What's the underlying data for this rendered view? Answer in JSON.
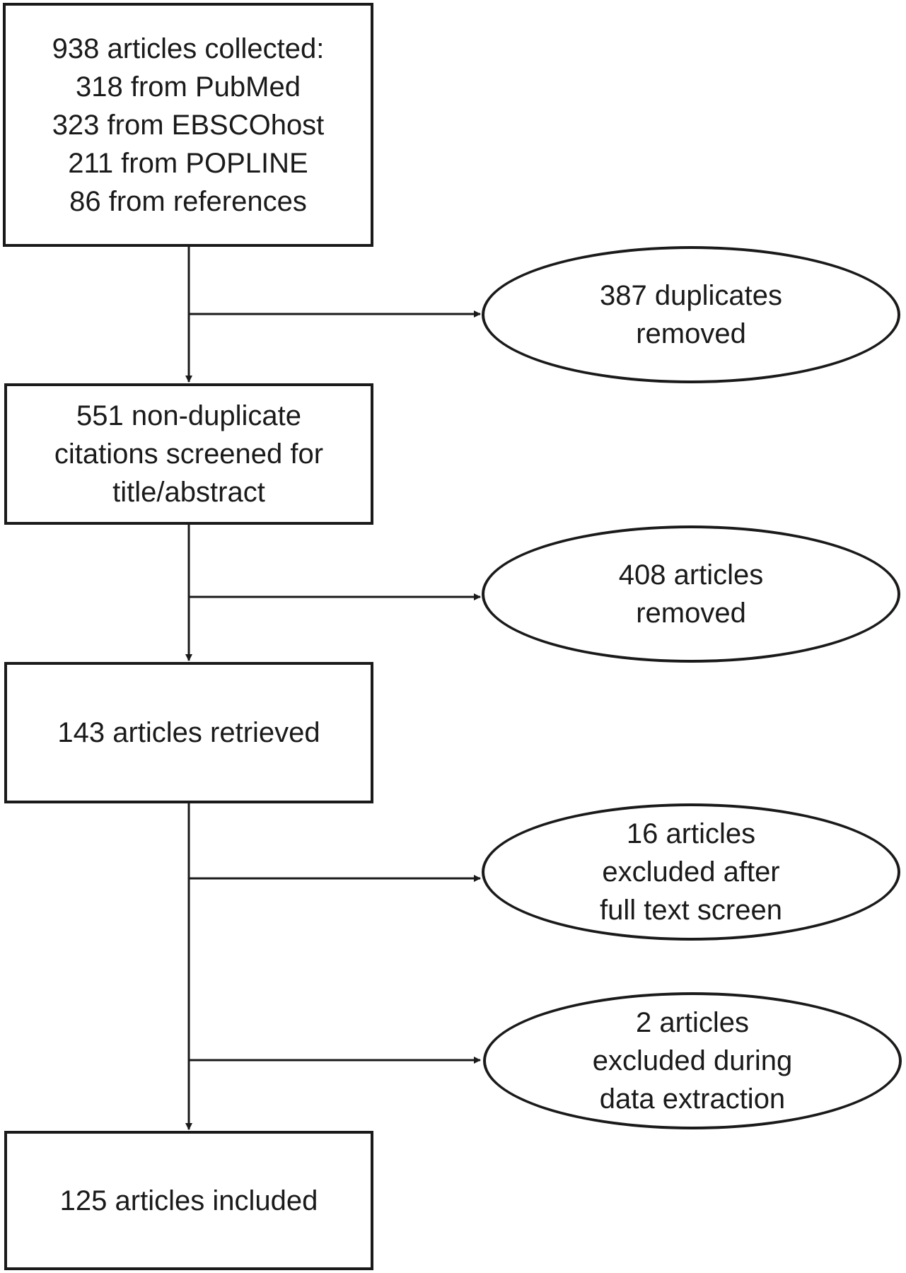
{
  "nodes": {
    "collected": {
      "lines": [
        "938 articles collected:",
        "318 from PubMed",
        "323 from EBSCOhost",
        "211 from POPLINE",
        "86 from references"
      ]
    },
    "duplicates_removed": {
      "lines": [
        "387 duplicates",
        "removed"
      ]
    },
    "screened": {
      "lines": [
        "551 non-duplicate",
        "citations screened for",
        "title/abstract"
      ]
    },
    "articles_removed": {
      "lines": [
        "408 articles",
        "removed"
      ]
    },
    "retrieved": {
      "lines": [
        "143 articles retrieved"
      ]
    },
    "excluded_full_text": {
      "lines": [
        "16 articles",
        "excluded after",
        "full text screen"
      ]
    },
    "excluded_extraction": {
      "lines": [
        "2 articles",
        "excluded during",
        "data extraction"
      ]
    },
    "included": {
      "lines": [
        "125 articles included"
      ]
    }
  }
}
